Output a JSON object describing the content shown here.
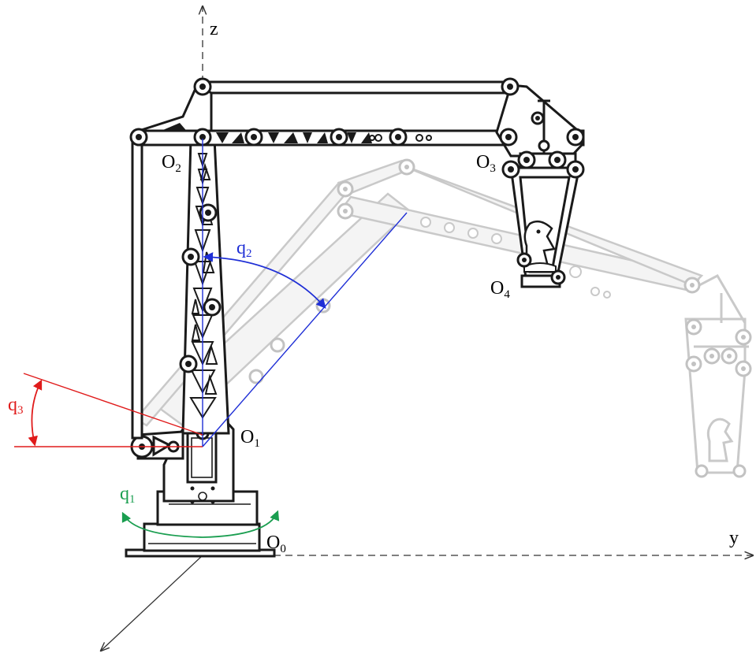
{
  "axes": {
    "z": "z",
    "y": "y"
  },
  "points": {
    "O0": {
      "letter": "O",
      "sub": "0"
    },
    "O1": {
      "letter": "O",
      "sub": "1"
    },
    "O2": {
      "letter": "O",
      "sub": "2"
    },
    "O3": {
      "letter": "O",
      "sub": "3"
    },
    "O4": {
      "letter": "O",
      "sub": "4"
    }
  },
  "angles": {
    "q1": {
      "letter": "q",
      "sub": "1",
      "color": "#1a9e50"
    },
    "q2": {
      "letter": "q",
      "sub": "2",
      "color": "#1f2fd6"
    },
    "q3": {
      "letter": "q",
      "sub": "3",
      "color": "#e01b1b"
    }
  },
  "colors": {
    "robot": "#1a1a1a",
    "ghost_robot": "#c9c9c9",
    "axis": "#333333"
  }
}
